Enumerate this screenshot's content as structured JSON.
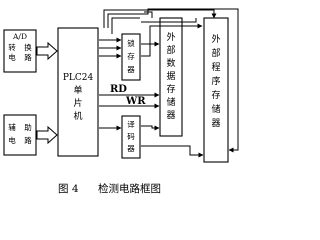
{
  "blocks": {
    "ad": [
      "A/D",
      "转",
      "换",
      "电",
      "路"
    ],
    "aux": [
      "辅",
      "助",
      "电",
      "路"
    ],
    "plc": [
      "PLC24",
      "单",
      "片",
      "机"
    ],
    "latch": [
      "锁",
      "存",
      "器"
    ],
    "decoder": [
      "译",
      "码",
      "器"
    ],
    "ext_data": [
      "外",
      "部",
      "数",
      "据",
      "存",
      "储",
      "器"
    ],
    "ext_prog": [
      "外",
      "部",
      "程",
      "序",
      "存",
      "储",
      "器"
    ]
  },
  "signals": {
    "rd": "RD",
    "wr": "WR"
  },
  "caption": {
    "fig": "图 4",
    "title": "检测电路框图"
  }
}
